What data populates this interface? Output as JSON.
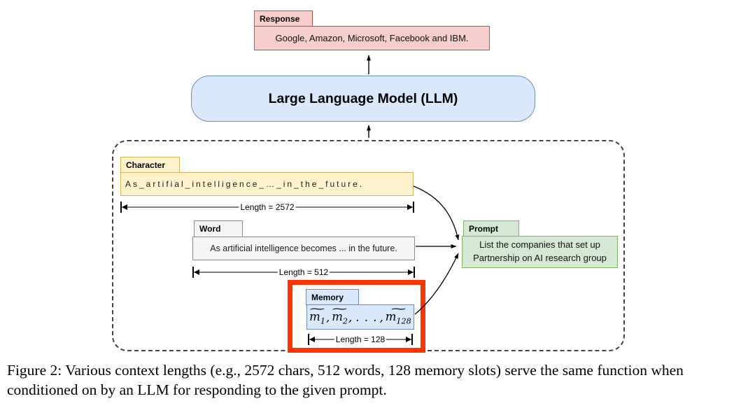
{
  "figure": {
    "response": {
      "tab_label": "Response",
      "body_text": "Google, Amazon, Microsoft, Facebook and IBM."
    },
    "llm": {
      "label": "Large Language Model (LLM)"
    },
    "character": {
      "tab_label": "Character",
      "body_text": "As_artifial_intelligence_…_in_the_future.",
      "length_label": "Length = 2572"
    },
    "word": {
      "tab_label": "Word",
      "body_text": "As artificial intelligence becomes ... in the future.",
      "length_label": "Length = 512"
    },
    "memory": {
      "tab_label": "Memory",
      "tilde": "~",
      "var": "m",
      "sub_1": "1",
      "sub_2": "2",
      "sub_3": "128",
      "comma": ",",
      "dots": ". . .",
      "length_label": "Length = 128"
    },
    "prompt": {
      "tab_label": "Prompt",
      "line1": "List the companies that set up",
      "line2": "Partnership on AI research group"
    },
    "colors": {
      "response_fill": "#f8cecc",
      "response_border": "#b85450",
      "blue_fill": "#dae8fc",
      "blue_border": "#6c8ebf",
      "character_fill": "#fff2cc",
      "character_border": "#d6b656",
      "word_fill": "#f5f5f5",
      "word_border": "#8a8a8a",
      "prompt_fill": "#d5e8d4",
      "prompt_border": "#82b366",
      "highlight": "#ff3300"
    }
  },
  "caption": {
    "text": "Figure 2: Various context lengths (e.g., 2572 chars, 512 words, 128 memory slots) serve the same function when conditioned on by an LLM for responding to the given prompt."
  }
}
